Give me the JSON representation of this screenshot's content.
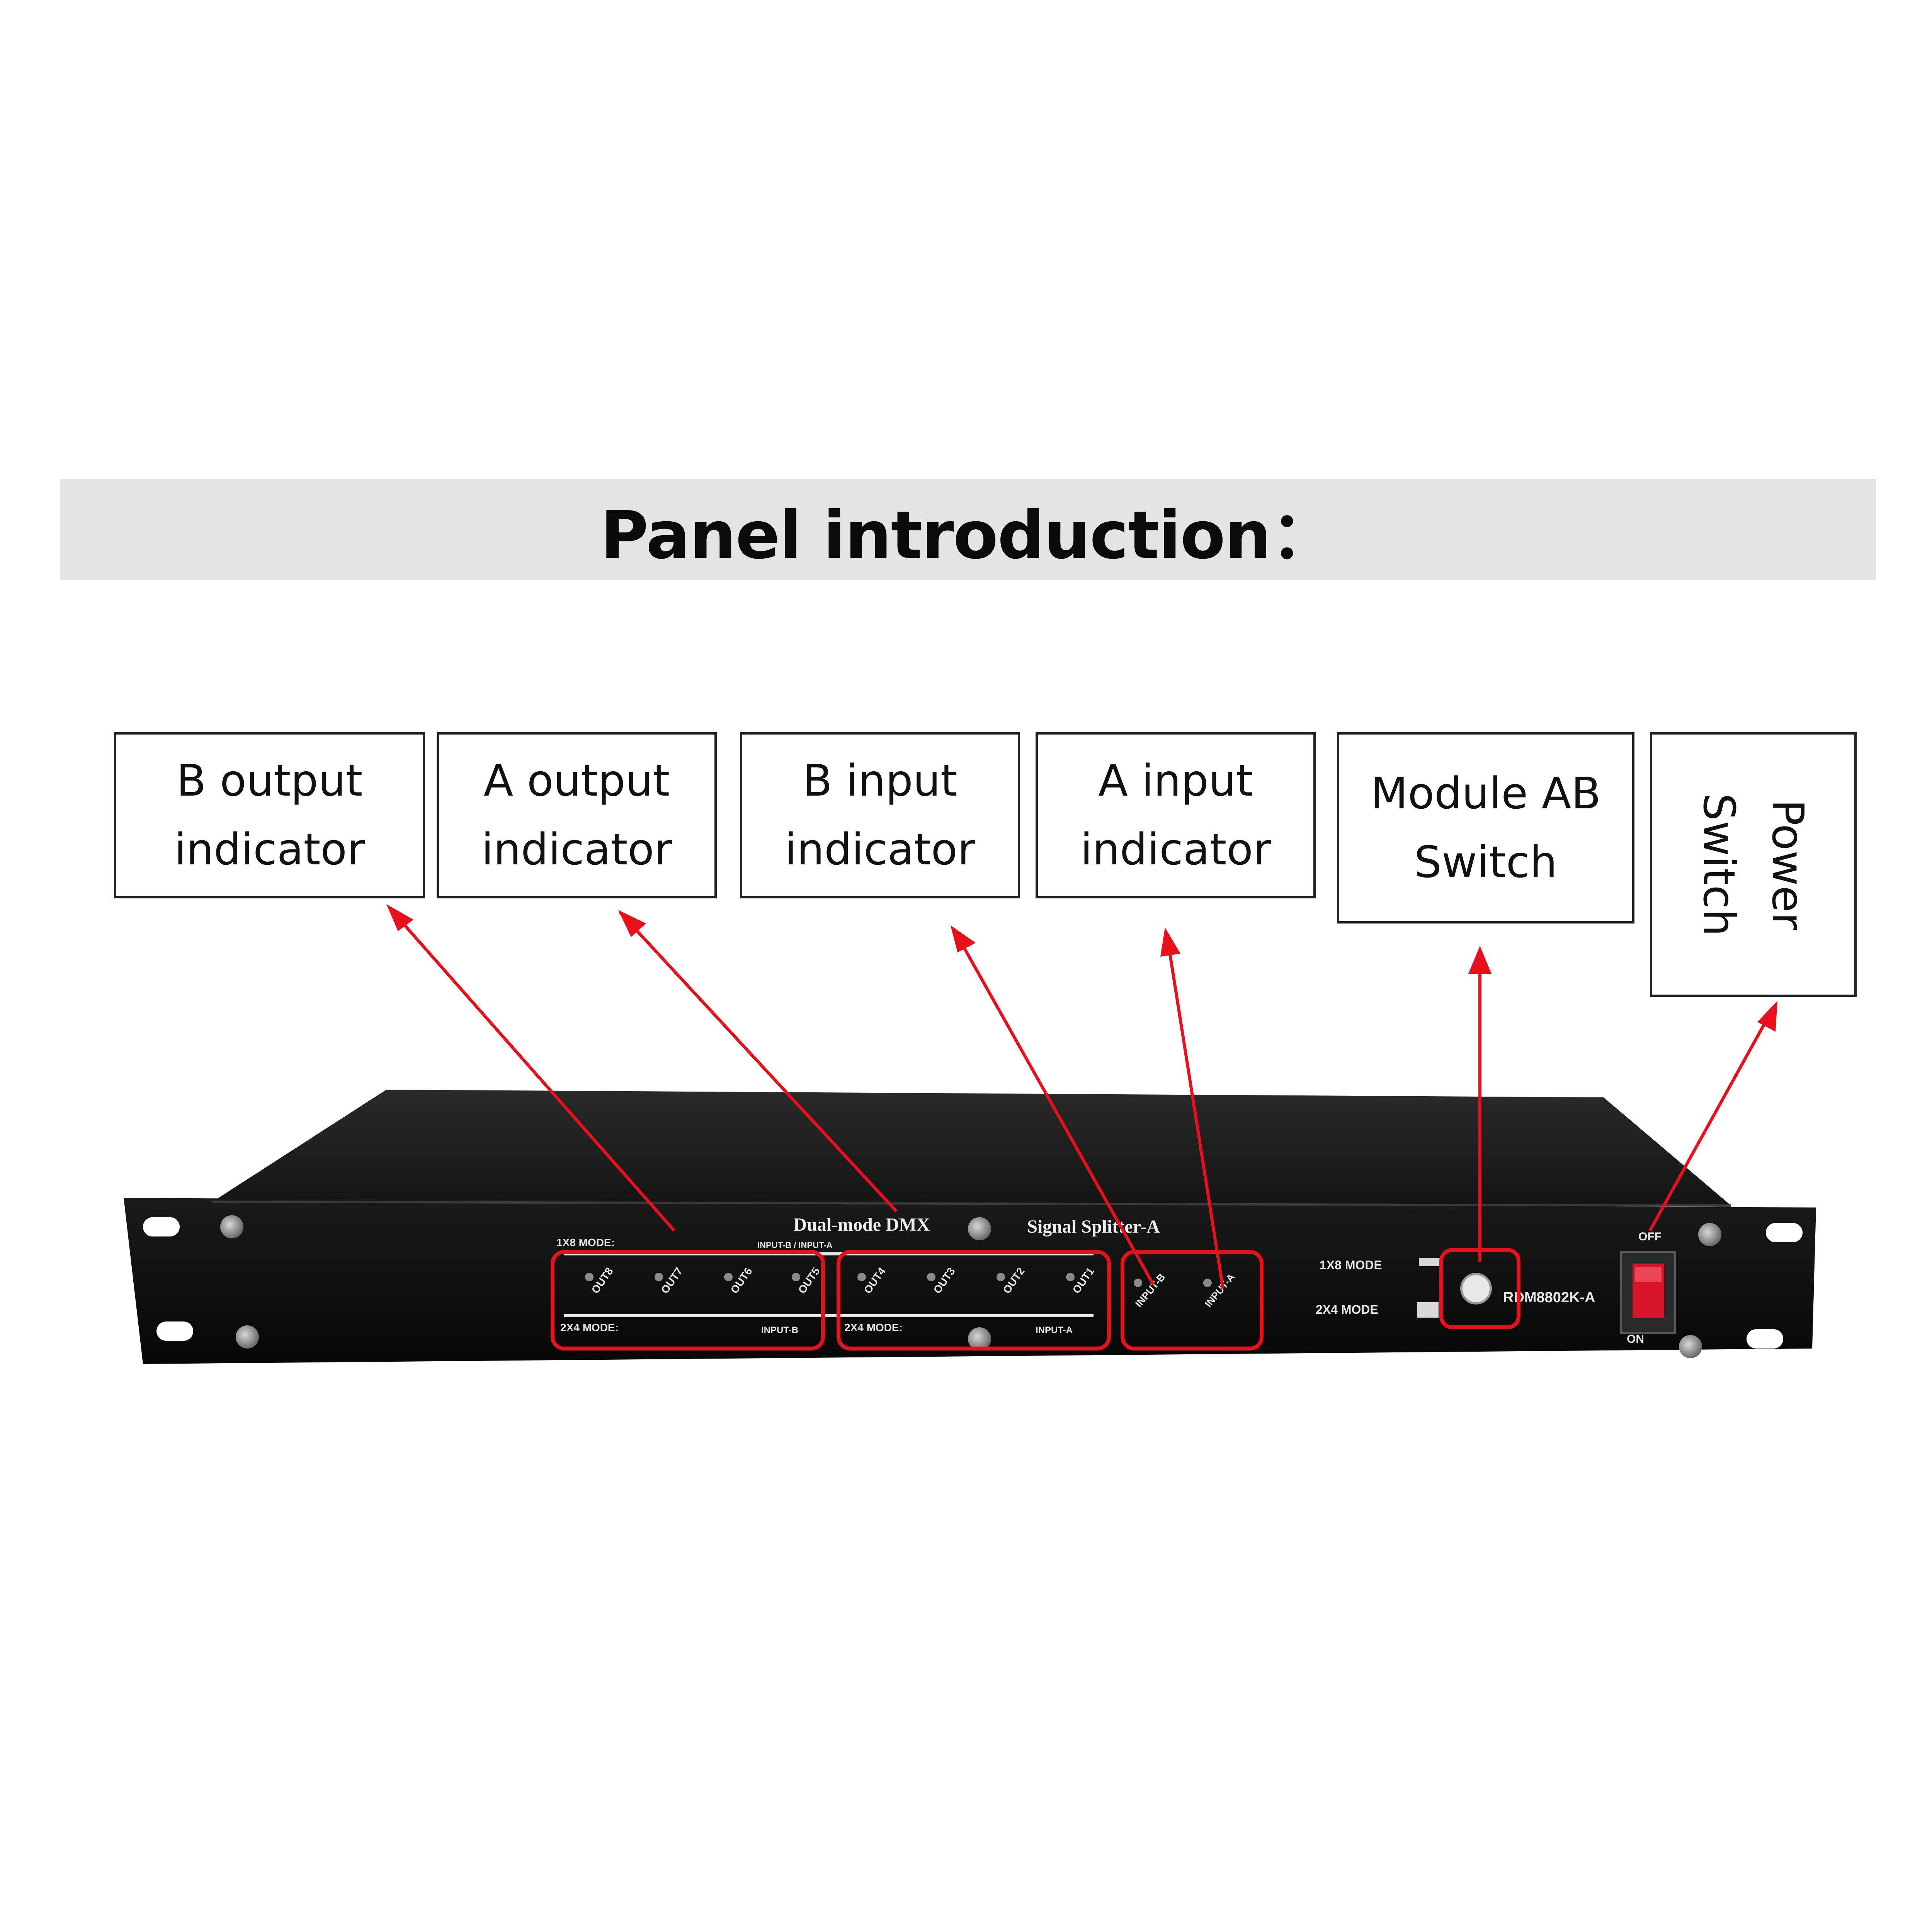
{
  "title": "Panel introduction：",
  "labels": [
    {
      "id": "b-output",
      "text": "B output\nindicator"
    },
    {
      "id": "a-output",
      "text": "A output\nindicator"
    },
    {
      "id": "b-input",
      "text": "B input\nindicator"
    },
    {
      "id": "a-input",
      "text": "A input\nindicator"
    },
    {
      "id": "module-ab",
      "text": "Module AB\nSwitch"
    },
    {
      "id": "power",
      "text": "Power\nSwitch"
    }
  ],
  "device": {
    "name_left": "Dual-mode DMX",
    "name_right": "Signal Splitter-A",
    "mode_top_left": "1X8 MODE:",
    "mode_top_right": "INPUT-B / INPUT-A",
    "mode_bottom_left": "2X4 MODE:",
    "input_b_tag": "INPUT-B",
    "mode_bottom_mid": "2X4 MODE:",
    "input_a_tag": "INPUT-A",
    "outputs_b": [
      "OUT8",
      "OUT7",
      "OUT6",
      "OUT5"
    ],
    "outputs_a": [
      "OUT4",
      "OUT3",
      "OUT2",
      "OUT1"
    ],
    "inputs": [
      "INPUT-B",
      "INPUT-A"
    ],
    "mode_1x8": "1X8 MODE",
    "mode_2x4": "2X4 MODE",
    "model": "RDM8802K-A",
    "power_off": "OFF",
    "power_on": "ON"
  },
  "colors": {
    "callout": "#e8101a",
    "chassis": "#121212",
    "front_panel": "#0b0b0b",
    "power_switch": "#d8142a"
  }
}
